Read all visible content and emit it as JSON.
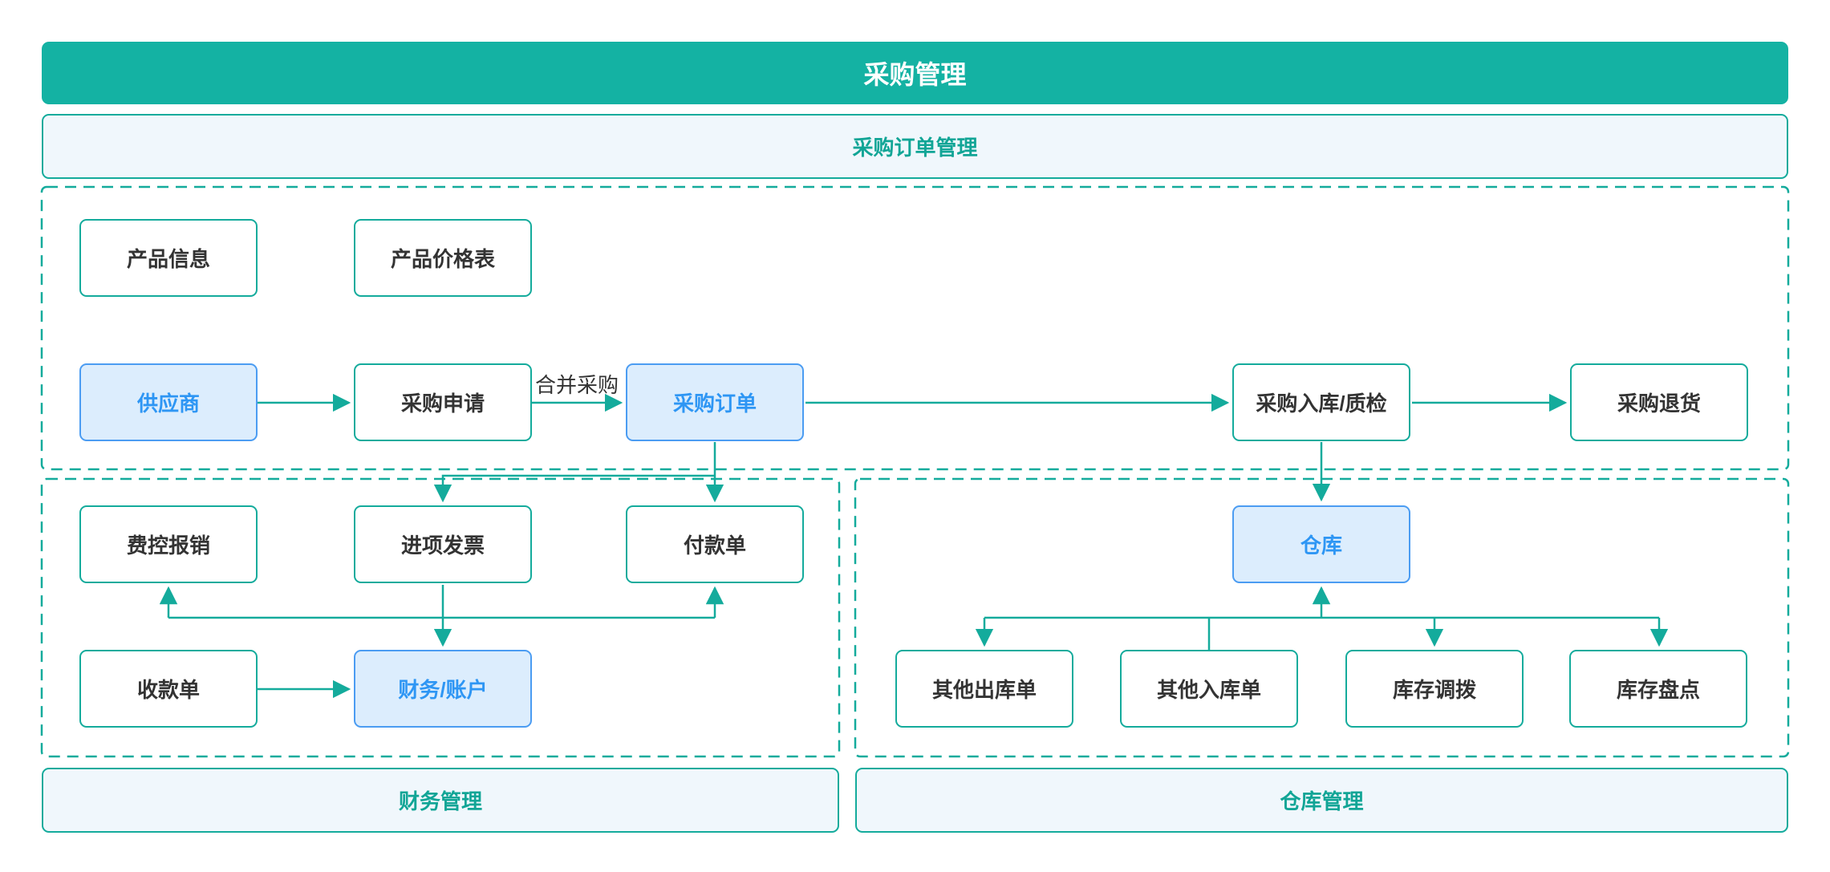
{
  "title": {
    "text": "采购管理"
  },
  "subtitle": {
    "text": "采购订单管理"
  },
  "sections": {
    "finance": {
      "label": "财务管理"
    },
    "warehouse": {
      "label": "仓库管理"
    }
  },
  "edge_label": {
    "text": "合并采购"
  },
  "nodes": {
    "product_info": {
      "label": "产品信息",
      "variant": "plain"
    },
    "product_price": {
      "label": "产品价格表",
      "variant": "plain"
    },
    "supplier": {
      "label": "供应商",
      "variant": "highlight"
    },
    "purchase_request": {
      "label": "采购申请",
      "variant": "plain"
    },
    "purchase_order": {
      "label": "采购订单",
      "variant": "highlight"
    },
    "purchase_inbound": {
      "label": "采购入库/质检",
      "variant": "plain"
    },
    "purchase_return": {
      "label": "采购退货",
      "variant": "plain"
    },
    "expense": {
      "label": "费控报销",
      "variant": "plain"
    },
    "input_invoice": {
      "label": "进项发票",
      "variant": "plain"
    },
    "payment": {
      "label": "付款单",
      "variant": "plain"
    },
    "receipt": {
      "label": "收款单",
      "variant": "plain"
    },
    "finance_account": {
      "label": "财务/账户",
      "variant": "highlight"
    },
    "warehouse": {
      "label": "仓库",
      "variant": "highlight"
    },
    "other_outbound": {
      "label": "其他出库单",
      "variant": "plain"
    },
    "other_inbound": {
      "label": "其他入库单",
      "variant": "plain"
    },
    "stock_transfer": {
      "label": "库存调拨",
      "variant": "plain"
    },
    "stock_check": {
      "label": "库存盘点",
      "variant": "plain"
    }
  },
  "colors": {
    "teal": "#14b2a3",
    "teal_line": "#14ab9c",
    "teal_text": "#11a596",
    "panel_bg": "#f0f7fc",
    "blue_bg": "#dcedfd",
    "blue_border": "#4b9cf2",
    "blue_text": "#2e96f4",
    "dark_text": "#333333"
  }
}
